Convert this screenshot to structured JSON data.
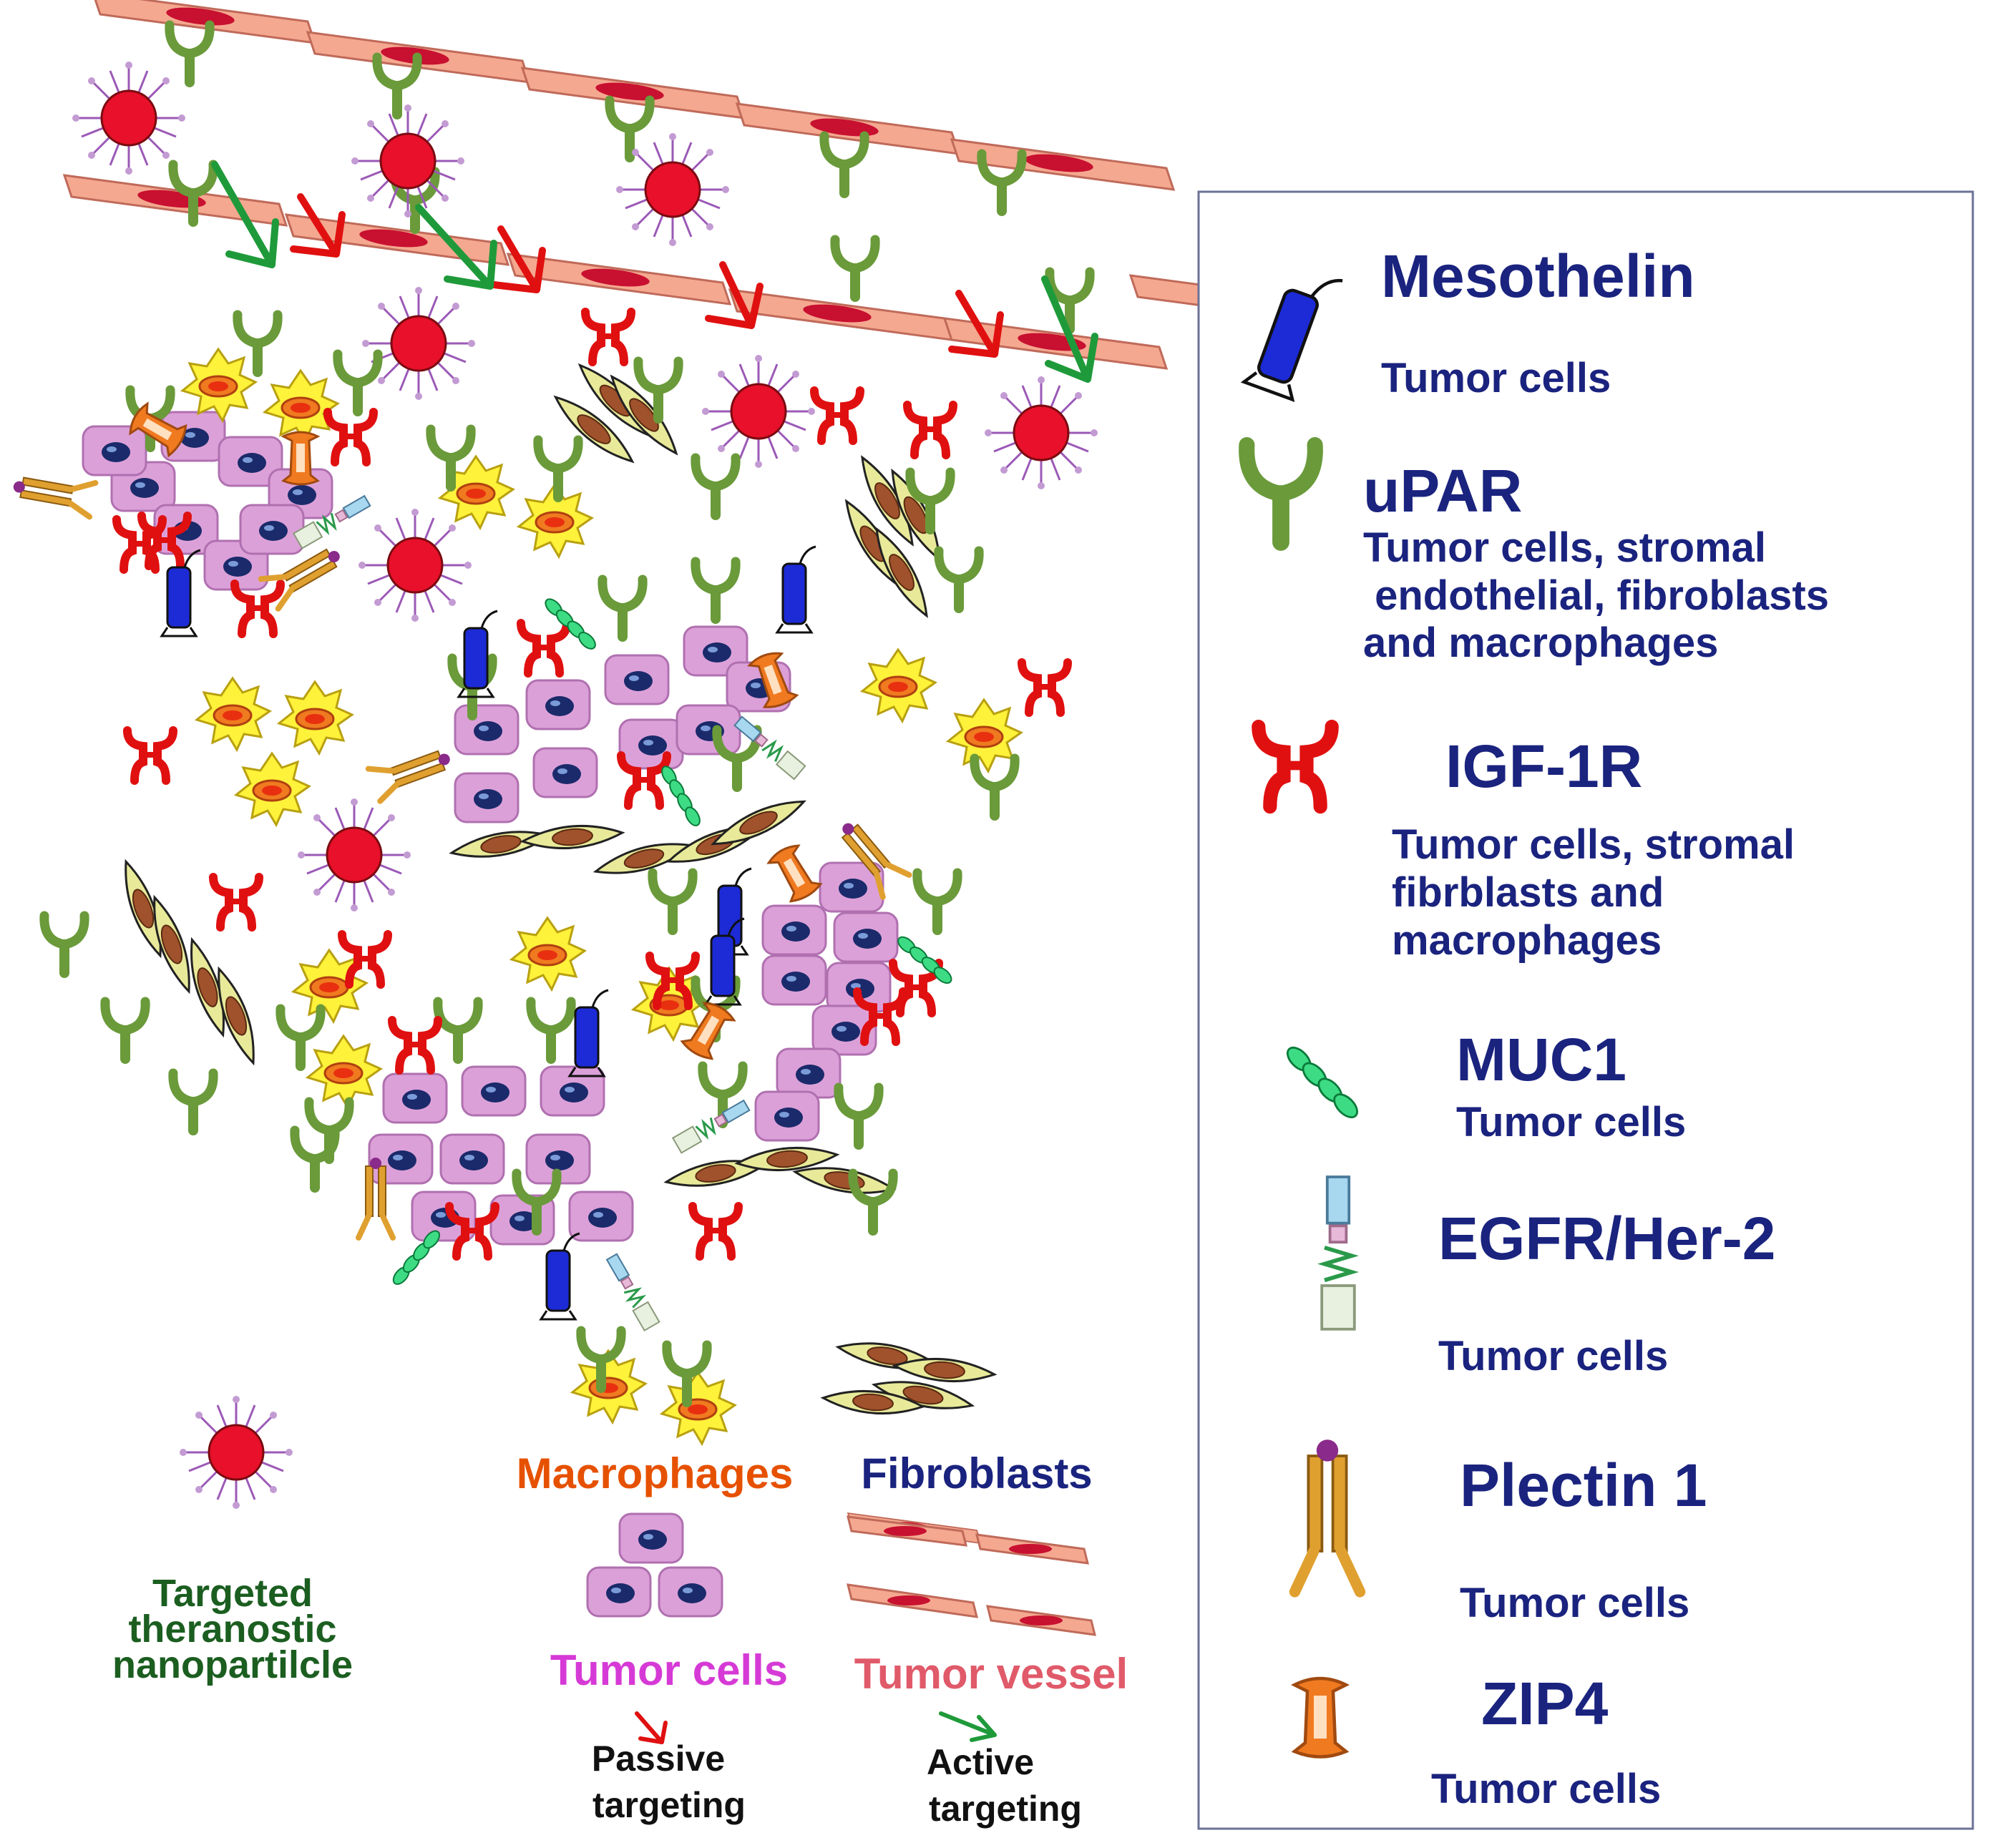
{
  "legend": {
    "items": [
      {
        "name": "Mesothelin",
        "desc": [
          "Tumor cells"
        ]
      },
      {
        "name": "uPAR",
        "desc": [
          "Tumor cells, stromal",
          " endothelial, fibroblasts",
          "and macrophages"
        ]
      },
      {
        "name": "IGF-1R",
        "desc": [
          "Tumor cells, stromal",
          "fibrblasts and",
          "macrophages"
        ]
      },
      {
        "name": "MUC1",
        "desc": [
          "Tumor cells"
        ]
      },
      {
        "name": "EGFR/Her-2",
        "desc": [
          "Tumor cells"
        ]
      },
      {
        "name": "Plectin 1",
        "desc": [
          "Tumor cells"
        ]
      },
      {
        "name": "ZIP4",
        "desc": [
          "Tumor cells"
        ]
      }
    ]
  },
  "key": {
    "nanoparticle": [
      "Targeted",
      "theranostic",
      "nanopartilcle"
    ],
    "macrophages": "Macrophages",
    "fibroblasts": "Fibroblasts",
    "tumor_cells": "Tumor cells",
    "tumor_vessel": "Tumor vessel",
    "passive": [
      "Passive",
      "targeting"
    ],
    "active": [
      "Active",
      "targeting"
    ]
  },
  "colors": {
    "legend_text": "#1a237e",
    "nanoparticle_label": "#1b5e20",
    "macrophages_label": "#e65100",
    "tumor_cells_label": "#d63ad6",
    "tumor_vessel_label": "#e05a6a",
    "passive_arrow": "#e01010",
    "active_arrow": "#1f9a3a",
    "upar": "#6a9a3a",
    "igf1r": "#e01010",
    "mesothelin": "#1c2bd6",
    "muc1": "#3ddc84",
    "plectin": "#e0a030",
    "zip4": "#f07a20"
  }
}
